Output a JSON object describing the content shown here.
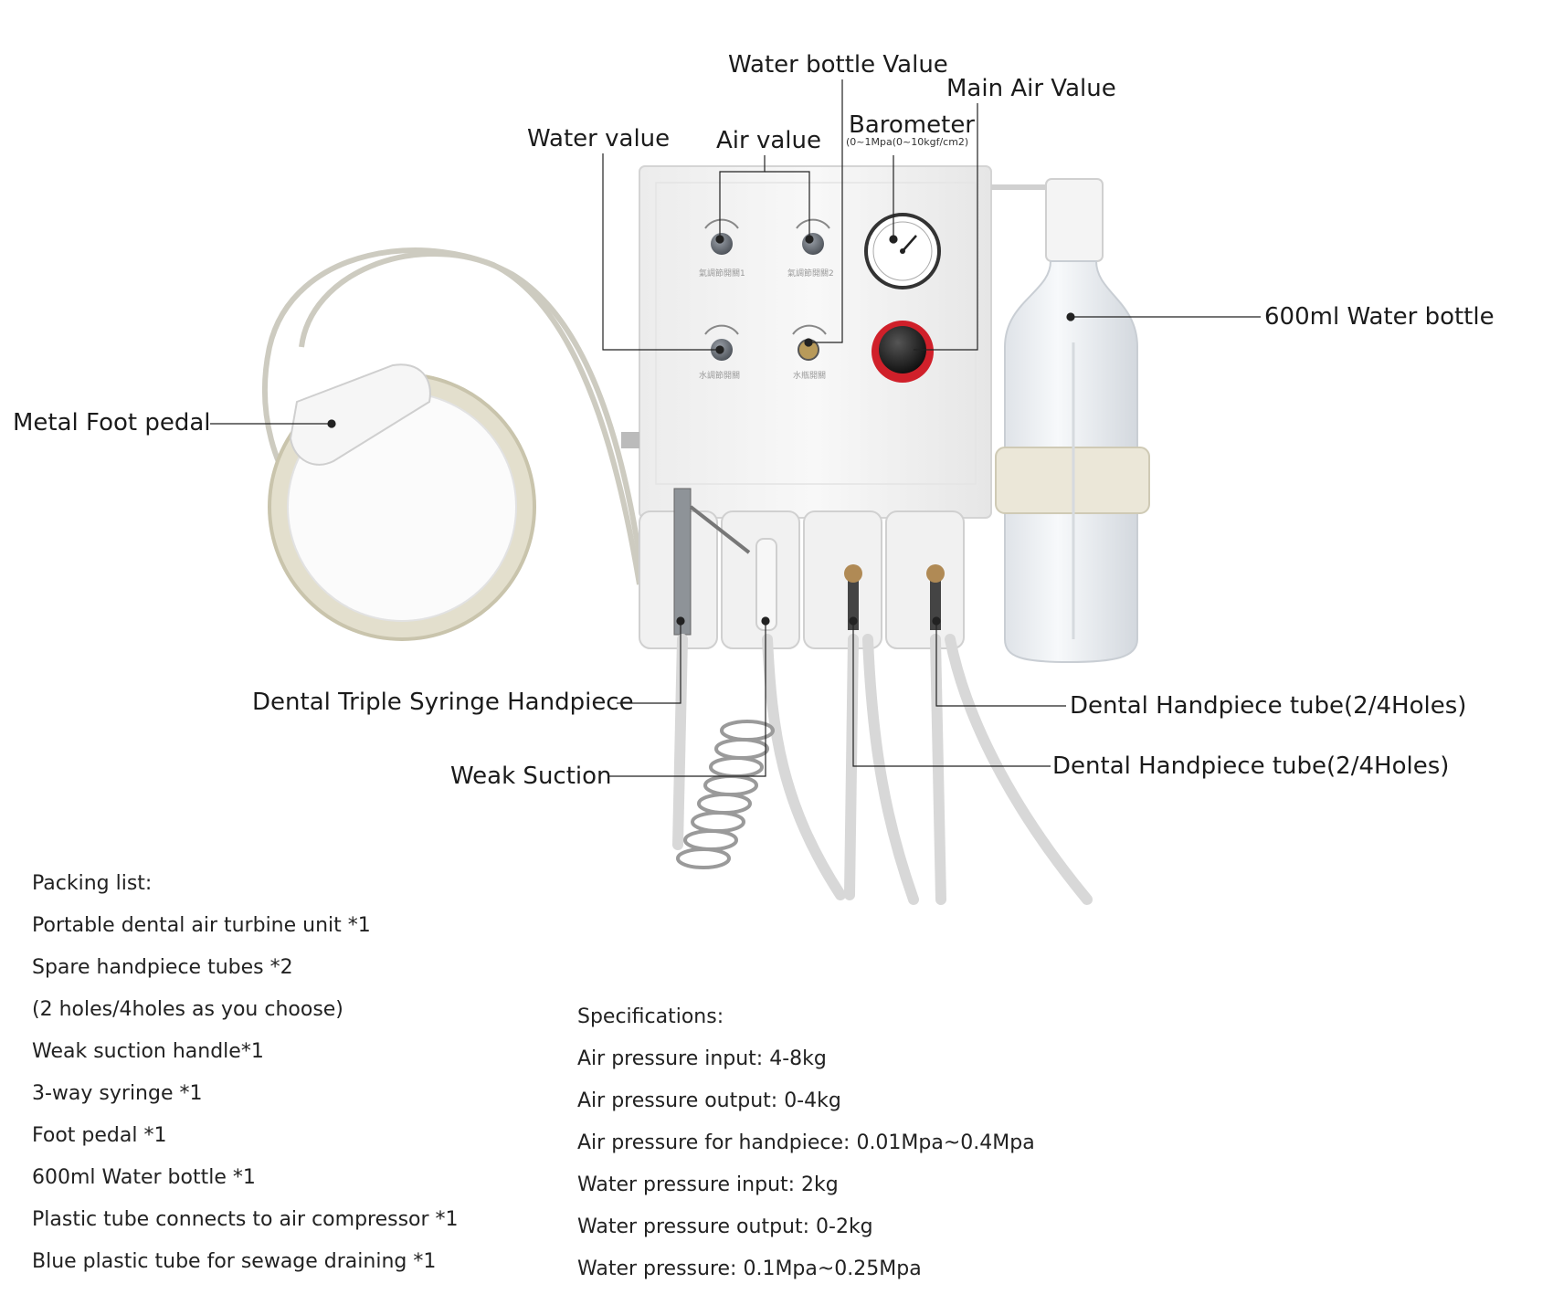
{
  "callouts": {
    "water_bottle_value": "Water bottle Value",
    "main_air_value": "Main Air Value",
    "barometer": "Barometer",
    "barometer_range": "(0~1Mpa(0~10kgf/cm2)",
    "water_value": "Water value",
    "air_value": "Air value",
    "water_bottle": "600ml Water bottle",
    "metal_foot_pedal": "Metal Foot pedal",
    "triple_syringe": "Dental Triple Syringe Handpiece",
    "weak_suction": "Weak Suction",
    "handpiece_tube_1": "Dental Handpiece tube(2/4Holes)",
    "handpiece_tube_2": "Dental Handpiece tube(2/4Holes)"
  },
  "packing_list": {
    "heading": "Packing list:",
    "items": [
      "Portable dental air turbine unit *1",
      "Spare handpiece tubes *2",
      "(2 holes/4holes as you choose)",
      "Weak suction handle*1",
      "3-way syringe *1",
      "Foot pedal *1",
      "600ml Water bottle *1",
      "Plastic tube connects to air compressor *1",
      "Blue plastic tube for sewage draining *1"
    ]
  },
  "specifications": {
    "heading": "Specifications:",
    "items": [
      "Air pressure input: 4-8kg",
      "Air pressure output: 0-4kg",
      "Air pressure for handpiece: 0.01Mpa~0.4Mpa",
      "Water pressure input: 2kg",
      "Water pressure output: 0-2kg",
      "Water pressure: 0.1Mpa~0.25Mpa"
    ]
  },
  "colors": {
    "unit_body": "#f4f4f4",
    "knob_red": "#d0202a",
    "tube_grey": "#d6d6d6",
    "pedal_rim": "#ddd9c8"
  }
}
